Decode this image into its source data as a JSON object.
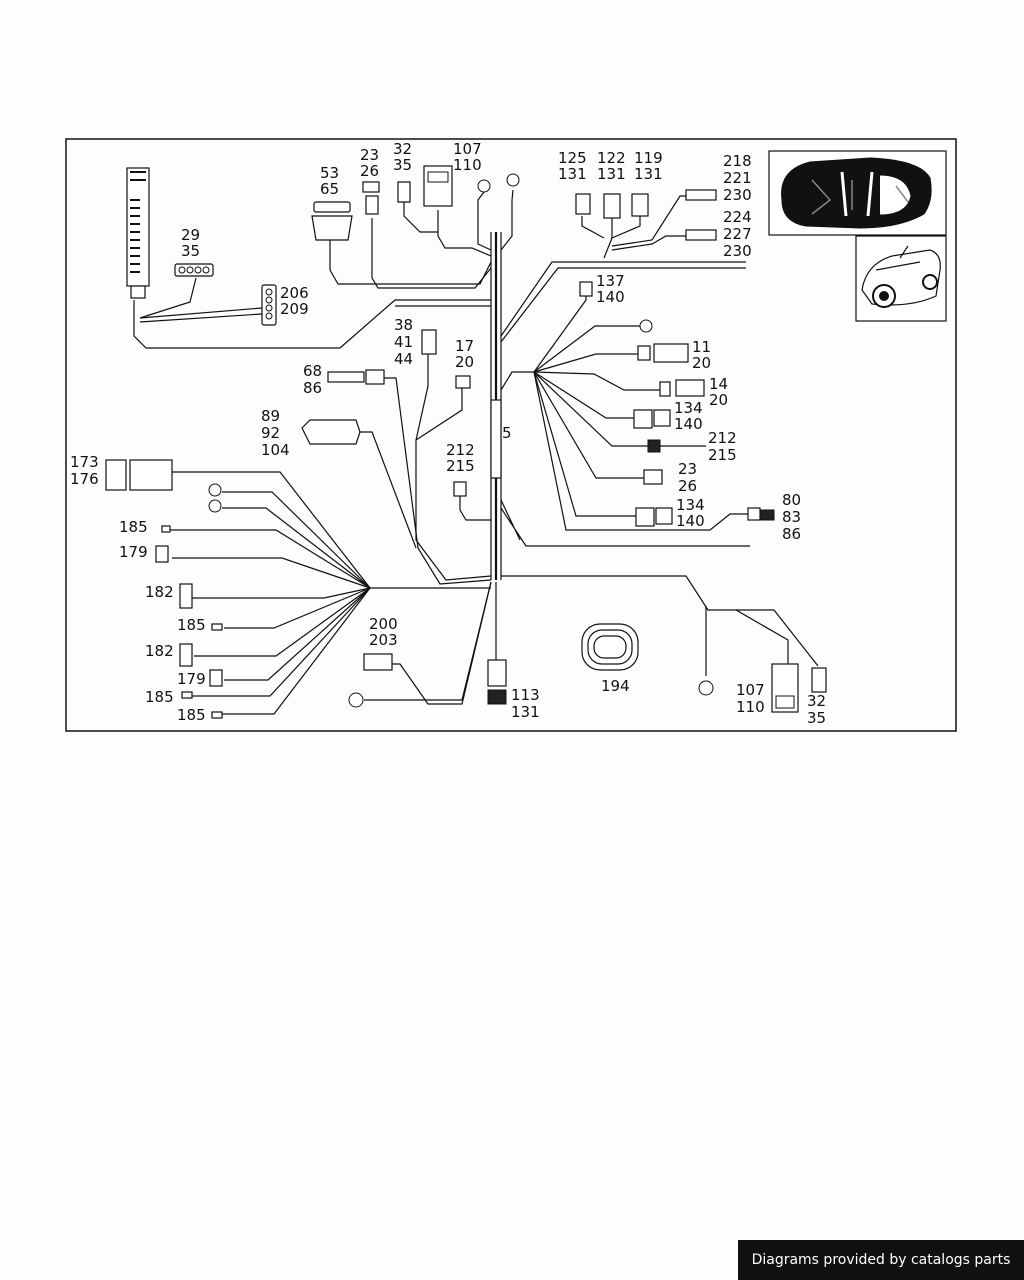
{
  "diagram": {
    "labels": {
      "l_53_65": [
        "53",
        "65"
      ],
      "l_23_26_top": [
        "23",
        "26"
      ],
      "l_32_35_top": [
        "32",
        "35"
      ],
      "l_107_110_top": [
        "107",
        "110"
      ],
      "l_29_35": [
        "29",
        "35"
      ],
      "l_206_209": [
        "206",
        "209"
      ],
      "l_125_131": [
        "125",
        "131"
      ],
      "l_122_131": [
        "122",
        "131"
      ],
      "l_119_131": [
        "119",
        "131"
      ],
      "l_218_221_230": [
        "218",
        "221",
        "230"
      ],
      "l_224_227_230": [
        "224",
        "227",
        "230"
      ],
      "l_137_140": [
        "137",
        "140"
      ],
      "l_38_41_44": [
        "38",
        "41",
        "44"
      ],
      "l_17_20": [
        "17",
        "20"
      ],
      "l_68_86": [
        "68",
        "86"
      ],
      "l_11_20": [
        "11",
        "20"
      ],
      "l_14_20": [
        "14",
        "20"
      ],
      "l_89_92_104": [
        "89",
        "92",
        "104"
      ],
      "l_5": [
        "5"
      ],
      "l_134_140_a": [
        "134",
        "140"
      ],
      "l_212_215_r": [
        "212",
        "215"
      ],
      "l_23_26_r": [
        "23",
        "26"
      ],
      "l_212_215_c": [
        "212",
        "215"
      ],
      "l_173_176": [
        "173",
        "176"
      ],
      "l_134_140_b": [
        "134",
        "140"
      ],
      "l_80_83_86": [
        "80",
        "83",
        "86"
      ],
      "l_185_a": [
        "185"
      ],
      "l_179_a": [
        "179"
      ],
      "l_182_a": [
        "182"
      ],
      "l_200_203": [
        "200",
        "203"
      ],
      "l_185_b": [
        "185"
      ],
      "l_194": [
        "194"
      ],
      "l_182_b": [
        "182"
      ],
      "l_179_b": [
        "179"
      ],
      "l_113_131": [
        "113",
        "131"
      ],
      "l_107_110_bot": [
        "107",
        "110"
      ],
      "l_185_c": [
        "185"
      ],
      "l_185_d": [
        "185"
      ],
      "l_32_35_bot": [
        "32",
        "35"
      ]
    }
  },
  "footer": {
    "credit": "Diagrams provided by catalogs parts"
  }
}
